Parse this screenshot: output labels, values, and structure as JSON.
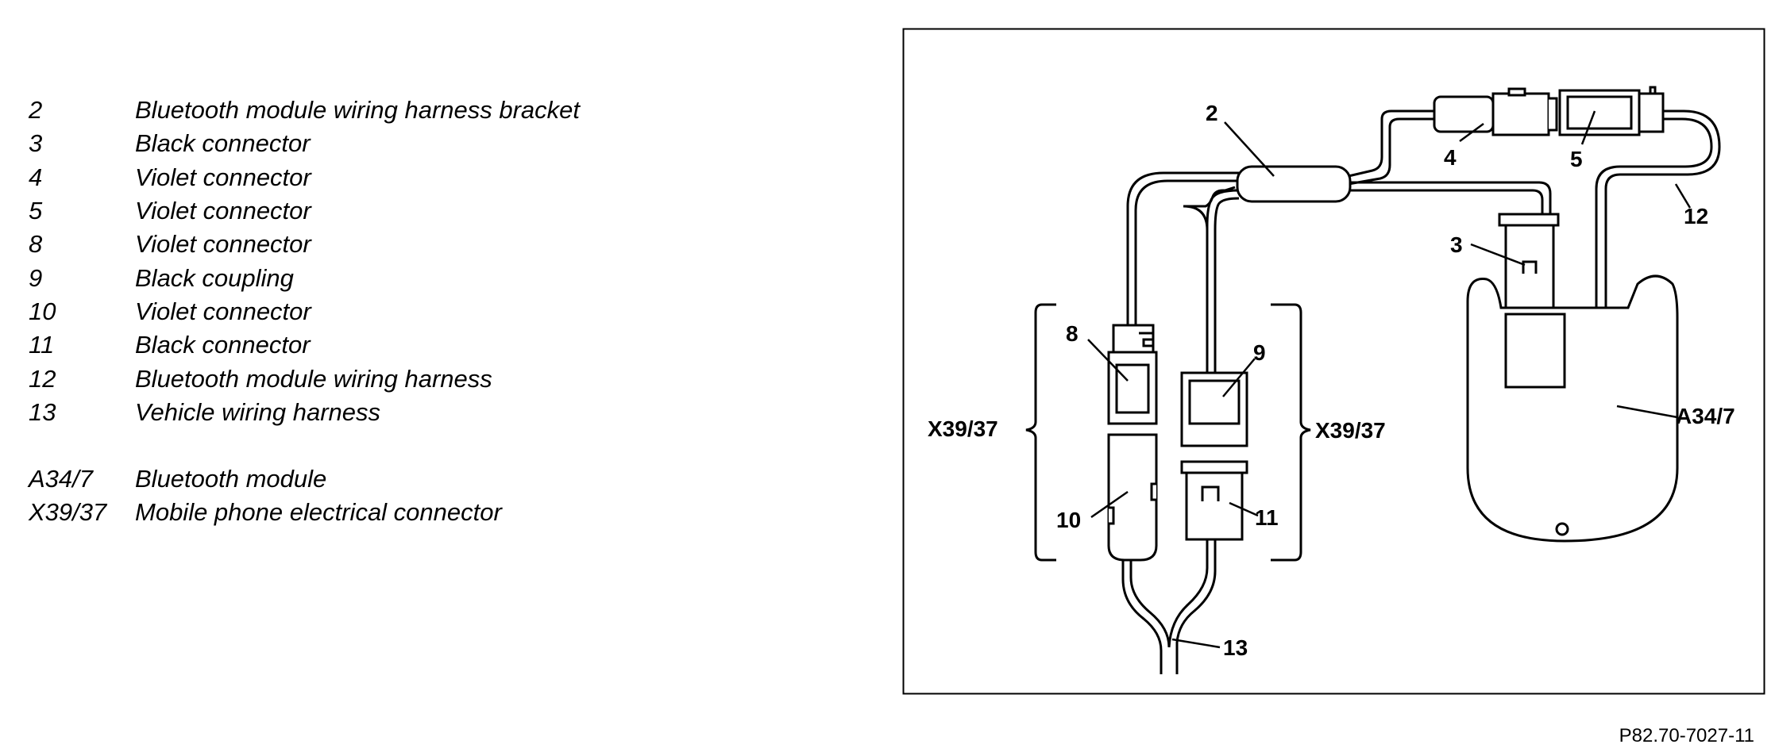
{
  "legend": [
    {
      "code": "2",
      "desc": "Bluetooth module wiring harness bracket"
    },
    {
      "code": "3",
      "desc": "Black connector"
    },
    {
      "code": "4",
      "desc": "Violet connector"
    },
    {
      "code": "5",
      "desc": "Violet connector"
    },
    {
      "code": "8",
      "desc": "Violet connector"
    },
    {
      "code": "9",
      "desc": "Black coupling"
    },
    {
      "code": "10",
      "desc": "Violet connector"
    },
    {
      "code": "11",
      "desc": "Black connector"
    },
    {
      "code": "12",
      "desc": "Bluetooth module wiring harness"
    },
    {
      "code": "13",
      "desc": "Vehicle wiring harness"
    }
  ],
  "legend_components": [
    {
      "code": "A34/7",
      "desc": "Bluetooth module"
    },
    {
      "code": "X39/37",
      "desc": "Mobile phone electrical connector"
    }
  ],
  "diagram": {
    "callouts": {
      "c2": "2",
      "c3": "3",
      "c4": "4",
      "c5": "5",
      "c8": "8",
      "c9": "9",
      "c10": "10",
      "c11": "11",
      "c12": "12",
      "c13": "13",
      "a347": "A34/7",
      "x3937_left": "X39/37",
      "x3937_right": "X39/37"
    }
  },
  "figure_id": "P82.70-7027-11"
}
